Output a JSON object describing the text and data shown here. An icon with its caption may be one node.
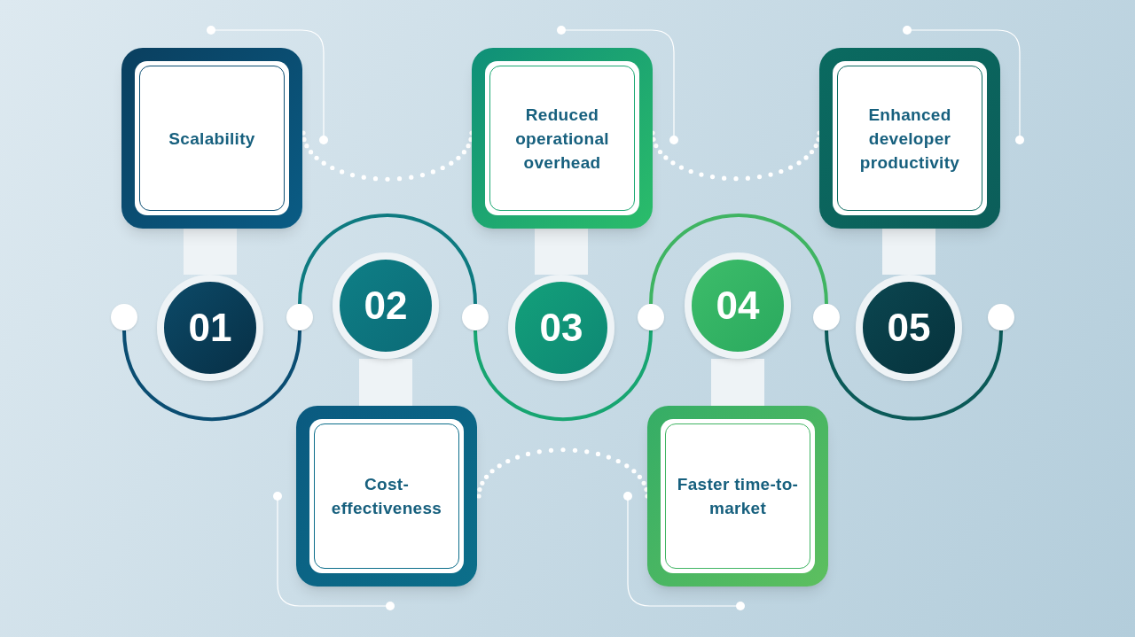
{
  "diagram": {
    "nodes": [
      {
        "text": [
          "Scalability"
        ]
      },
      {
        "text": [
          "01"
        ]
      },
      {
        "text": [
          "Cost-effectiveness"
        ]
      },
      {
        "text": [
          "02"
        ]
      },
      {
        "text": [
          "Reduced operational overhead"
        ]
      },
      {
        "text": [
          "03"
        ]
      },
      {
        "text": [
          "Faster time-to-market"
        ]
      },
      {
        "text": [
          "04"
        ]
      },
      {
        "text": [
          "Enhanced developer productivity"
        ]
      },
      {
        "text": [
          "05"
        ]
      },
      {
        "text": [],
        "shape": "circle"
      },
      {
        "text": [],
        "shape": "circle"
      },
      {
        "text": [],
        "shape": "circle"
      },
      {
        "text": [],
        "shape": "circle"
      },
      {
        "text": [],
        "shape": "circle"
      },
      {
        "text": [],
        "shape": "circle"
      }
    ],
    "edges": [
      {
        "from": 10,
        "to": 11,
        "arrow": "none",
        "color": "#0a4d72"
      },
      {
        "from": 11,
        "to": 12,
        "arrow": "none",
        "color": "#0e7a80"
      },
      {
        "from": 12,
        "to": 13,
        "arrow": "none",
        "color": "#17a571"
      },
      {
        "from": 13,
        "to": 14,
        "arrow": "none",
        "color": "#3fb462"
      },
      {
        "from": 14,
        "to": 15,
        "arrow": "none",
        "color": "#0b5a58"
      },
      {
        "from": 0,
        "to": 1,
        "arrow": "none",
        "style": "thick",
        "color": "#eef3f6"
      },
      {
        "from": 2,
        "to": 3,
        "arrow": "none",
        "style": "thick",
        "color": "#eef3f6"
      },
      {
        "from": 4,
        "to": 5,
        "arrow": "none",
        "style": "thick",
        "color": "#eef3f6"
      },
      {
        "from": 6,
        "to": 7,
        "arrow": "none",
        "style": "thick",
        "color": "#eef3f6"
      },
      {
        "from": 8,
        "to": 9,
        "arrow": "none",
        "style": "thick",
        "color": "#eef3f6"
      }
    ]
  }
}
